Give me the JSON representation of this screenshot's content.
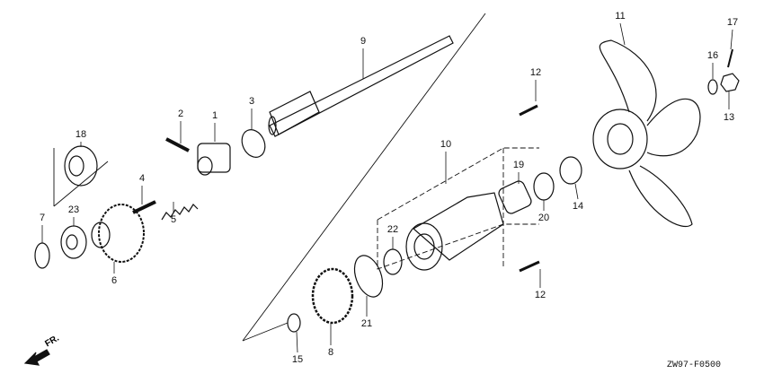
{
  "diagram": {
    "drawing_code": "ZW97-F0500",
    "direction_label": "FR.",
    "callouts": [
      "11",
      "17",
      "12",
      "16",
      "13",
      "9",
      "3",
      "1",
      "2",
      "18",
      "10",
      "19",
      "14",
      "20",
      "4",
      "23",
      "5",
      "7",
      "22",
      "6",
      "12",
      "21",
      "8",
      "15"
    ]
  }
}
